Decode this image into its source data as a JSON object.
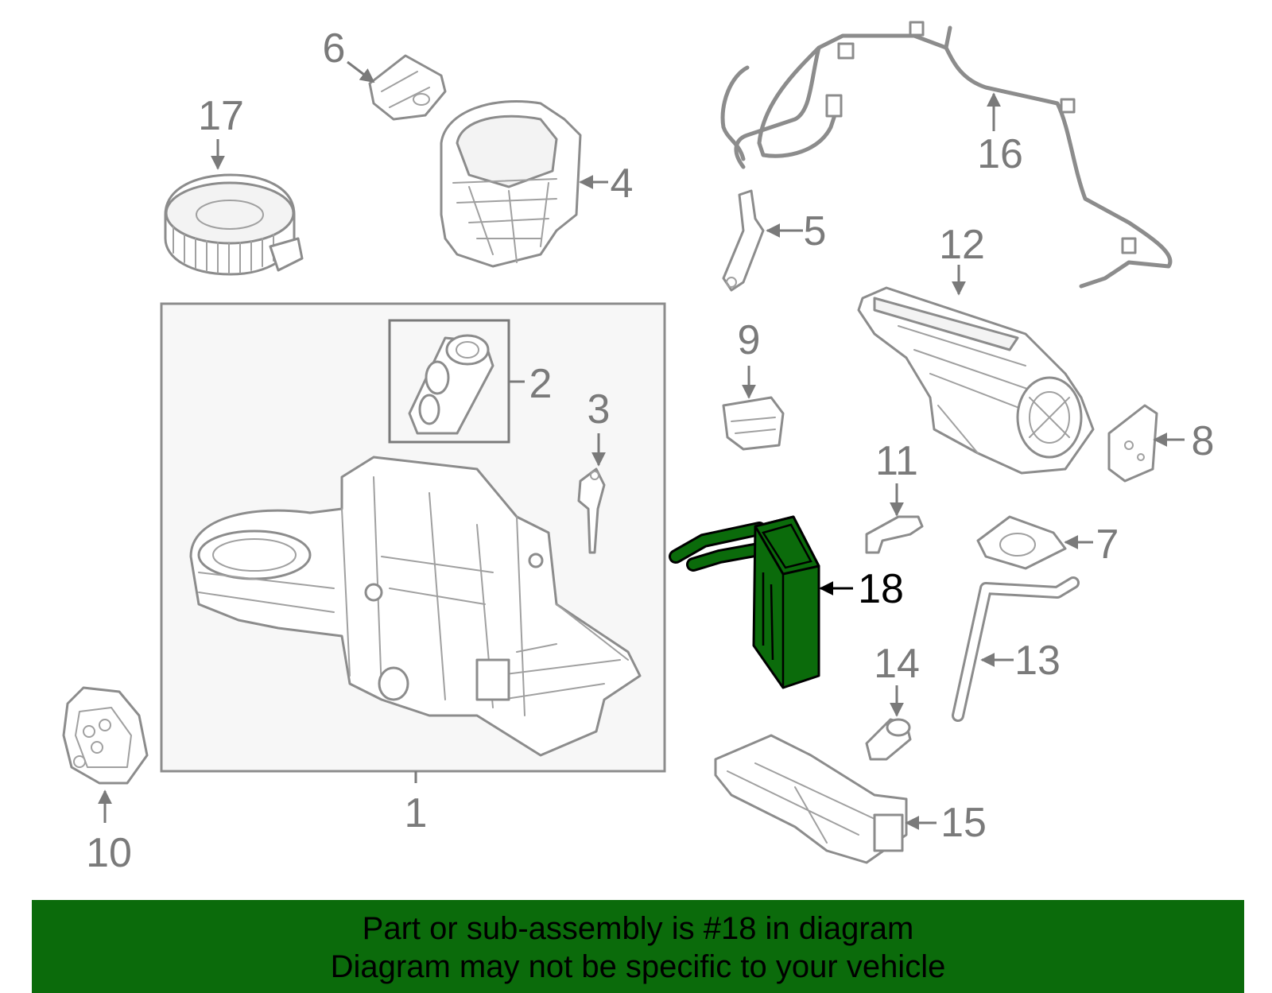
{
  "callouts": {
    "c1": "1",
    "c2": "2",
    "c3": "3",
    "c4": "4",
    "c5": "5",
    "c6": "6",
    "c7": "7",
    "c8": "8",
    "c9": "9",
    "c10": "10",
    "c11": "11",
    "c12": "12",
    "c13": "13",
    "c14": "14",
    "c15": "15",
    "c16": "16",
    "c17": "17",
    "c18": "18"
  },
  "highlight": {
    "part_number": "18",
    "color": "#0b6b0b"
  },
  "banner": {
    "line1": "Part or sub-assembly is #18 in diagram",
    "line2": "Diagram may not be specific to your vehicle",
    "background": "#0b6b0b"
  }
}
